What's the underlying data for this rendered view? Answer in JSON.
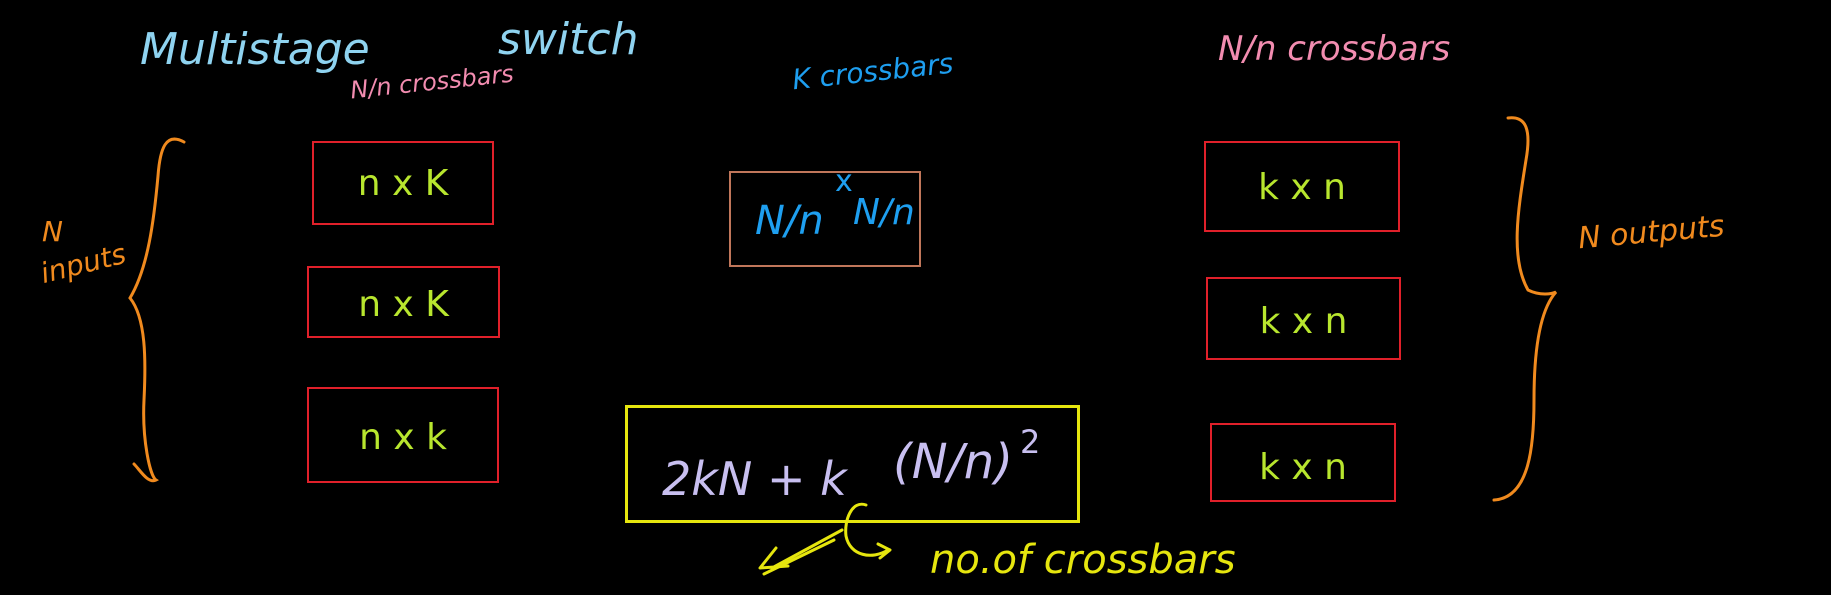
{
  "colors": {
    "background": "#000000",
    "title": "#8fd3f0",
    "pink": "#f28cb0",
    "blue": "#1e9ff0",
    "orange": "#f08a1e",
    "green_label": "#b8e62e",
    "red_box": "#e0202a",
    "tan_box": "#c0765a",
    "yellow": "#e6e60e",
    "formula": "#c8bff0"
  },
  "title": {
    "part1": "Multistage",
    "part2": "switch"
  },
  "stages": {
    "first_header": "N/n crossbars",
    "middle_header": "K crossbars",
    "last_header": "N/n crossbars"
  },
  "inputs_label": {
    "line1": "N",
    "line2": "inputs"
  },
  "outputs_label": "N outputs",
  "first_stage_boxes": [
    "n x K",
    "n x K",
    "n x k"
  ],
  "middle_box": {
    "main": "N/n",
    "sup": "x",
    "right": "N/n"
  },
  "last_stage_boxes": [
    "k x n",
    "k x n",
    "k x n"
  ],
  "formula": {
    "lead": "2kN + k",
    "paren": "(N/n)",
    "exp": "2"
  },
  "note": "no.of crossbars"
}
